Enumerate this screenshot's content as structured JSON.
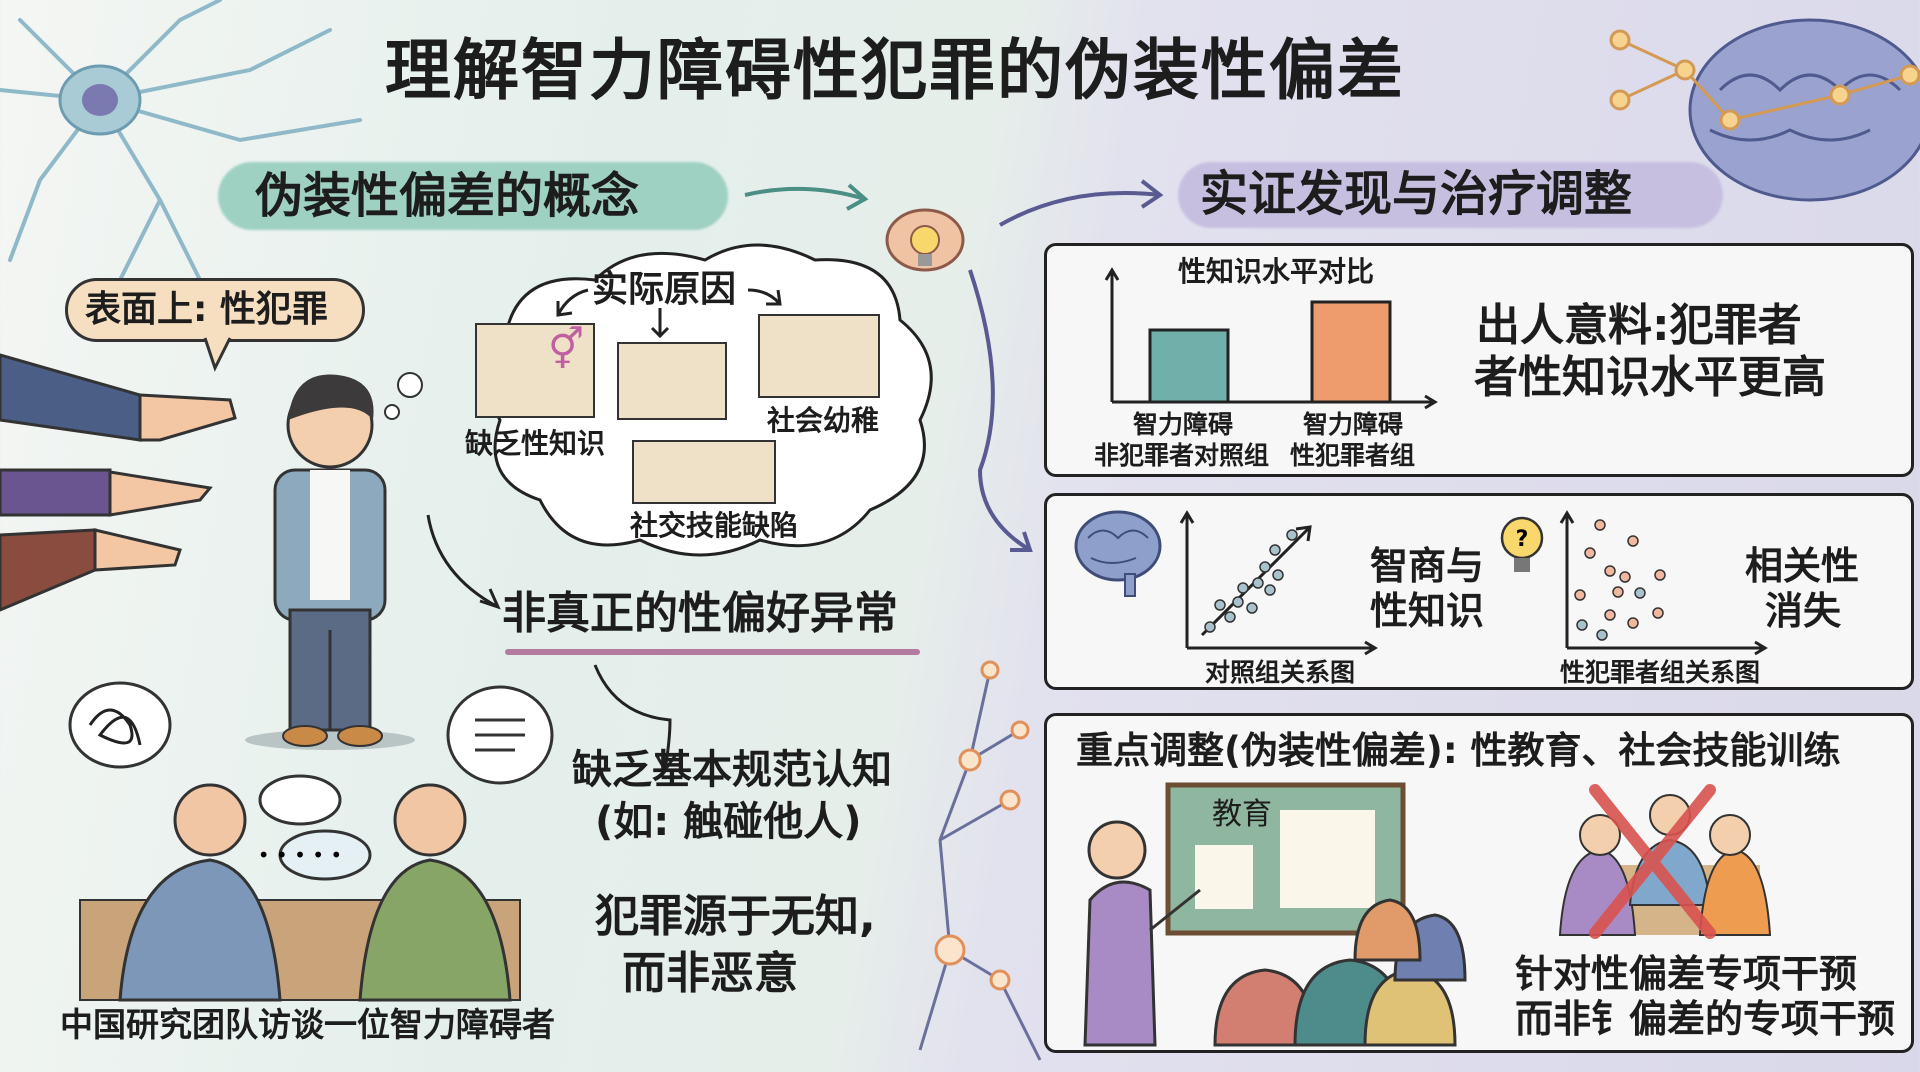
{
  "title": "理解智力障碍性犯罪的伪装性偏差",
  "left": {
    "heading": "伪装性偏差的概念",
    "surface_bubble": "表面上: 性犯罪",
    "cloud": {
      "title": "实际原因",
      "items": [
        "缺乏性知识",
        "社会幼稚",
        "社交技能缺陷"
      ]
    },
    "conclusion": "非真正的性偏好异常",
    "detail_line1": "缺乏基本规范认知",
    "detail_line2": "(如: 触碰他人)",
    "cause_line1": "犯罪源于无知,",
    "cause_line2": "而非恶意",
    "caption": "中国研究团队访谈一位智力障碍者",
    "accent_colors": {
      "heading_bg": "#9fd1c3",
      "underline": "#b27a9e"
    }
  },
  "right": {
    "heading": "实证发现与治疗调整",
    "panel1": {
      "chart_title": "性知识水平对比",
      "bars": [
        {
          "label_line1": "智力障碍",
          "label_line2": "非犯罪者对照组",
          "color": "#6fb0aa"
        },
        {
          "label_line1": "智力障碍",
          "label_line2": "性犯罪者组",
          "color": "#ee9c6e"
        }
      ],
      "finding_line1": "出人意料:犯罪者",
      "finding_line2": "者性知识水平更高"
    },
    "panel2": {
      "plot1_label": "对照组关系图",
      "plot1_text_line1": "智商与",
      "plot1_text_line2": "性知识",
      "plot2_label": "性犯罪者组关系图",
      "plot2_text_line1": "相关性",
      "plot2_text_line2": "消失",
      "icons": [
        "brain-icon",
        "lightbulb-question-icon"
      ]
    },
    "panel3": {
      "heading": "重点调整(伪装性偏差): 性教育、社会技能训练",
      "board_text": "教育",
      "note_line1": "针对性偏差专项干预",
      "note_line2": "而非钅偏差的专项干预",
      "cross_color": "#d9534f"
    },
    "accent_colors": {
      "heading_bg": "#c7bfe0"
    }
  }
}
